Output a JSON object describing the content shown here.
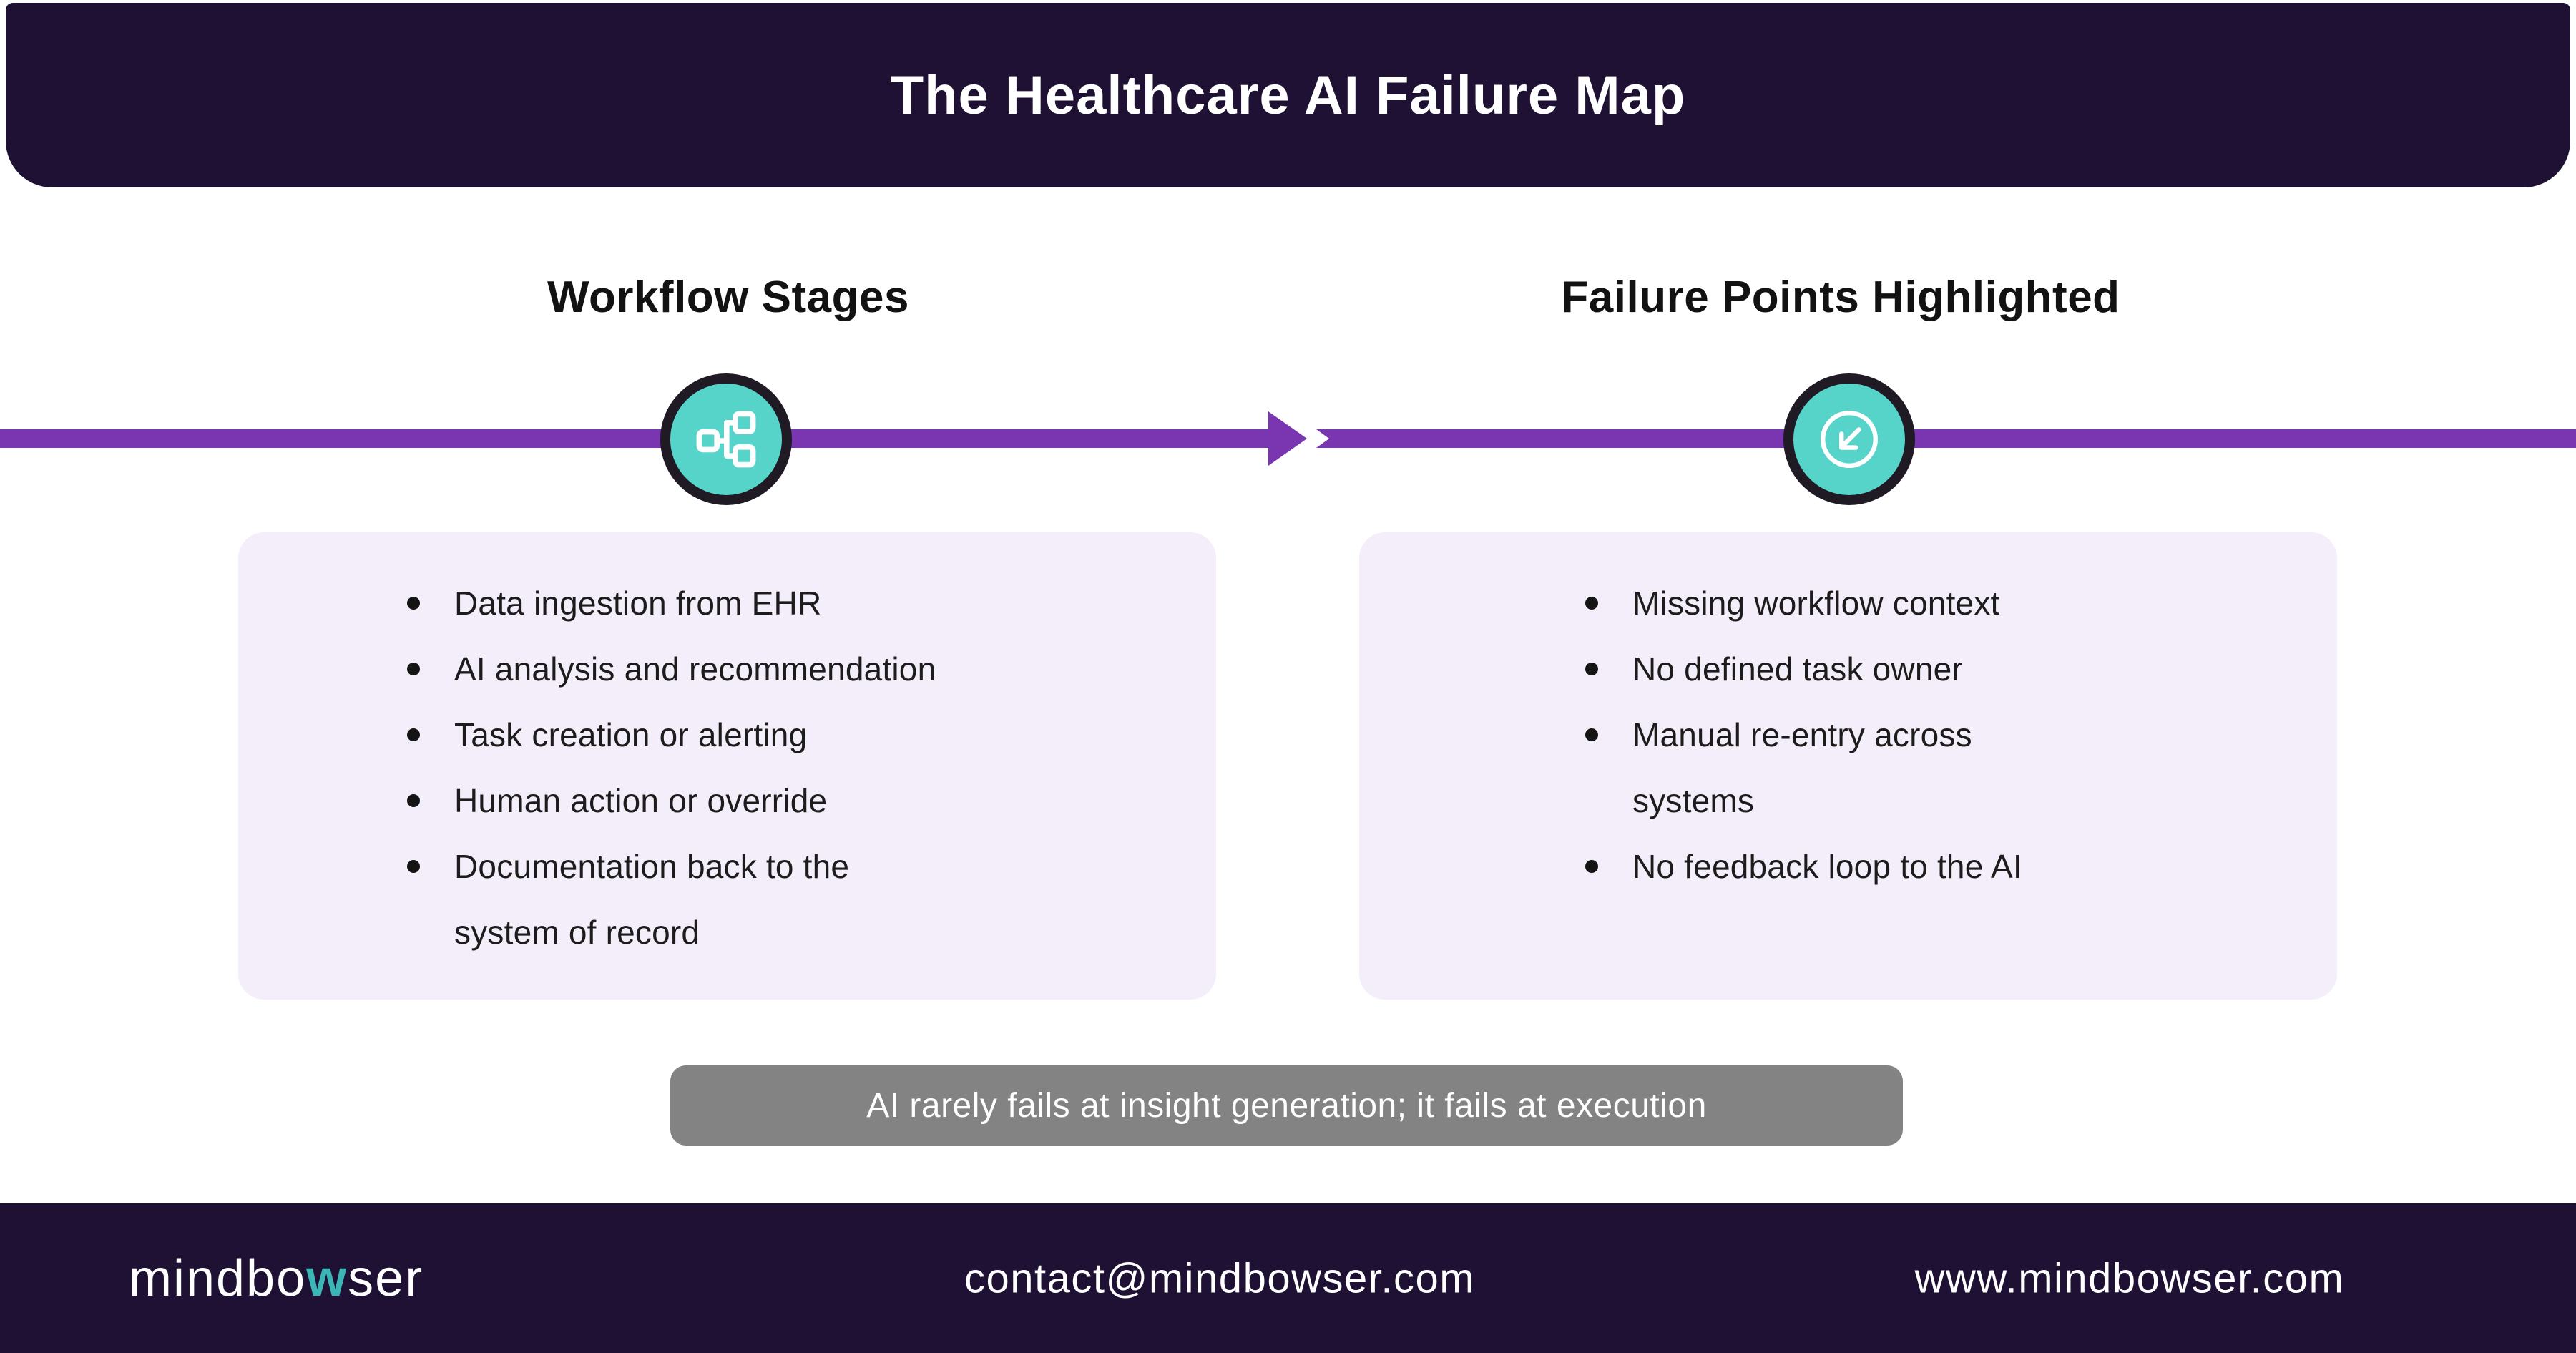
{
  "header": {
    "title": "The Healthcare AI Failure Map"
  },
  "columns": {
    "left": {
      "heading": "Workflow Stages",
      "icon": "flowchart-icon",
      "items": [
        "Data ingestion from EHR",
        "AI analysis and recommendation",
        "Task creation or alerting",
        "Human action or override",
        "Documentation back to the\nsystem of record"
      ]
    },
    "right": {
      "heading": "Failure Points Highlighted",
      "icon": "arrow-down-left-icon",
      "items": [
        "Missing workflow context",
        "No defined task owner",
        "Manual re-entry across\nsystems",
        "No feedback loop to the AI"
      ]
    }
  },
  "banner": {
    "text": "AI rarely fails at insight generation; it fails at execution"
  },
  "footer": {
    "logo_pre": "mindbo",
    "logo_accent": "w",
    "logo_post": "ser",
    "email": "contact@mindbowser.com",
    "website": "www.mindbowser.com"
  },
  "colors": {
    "dark": "#1e1133",
    "purple": "#7a36b1",
    "teal": "#56d4ca",
    "card_bg": "#f4eefa",
    "banner_bg": "#838383",
    "accent_teal": "#3cb5b7"
  }
}
